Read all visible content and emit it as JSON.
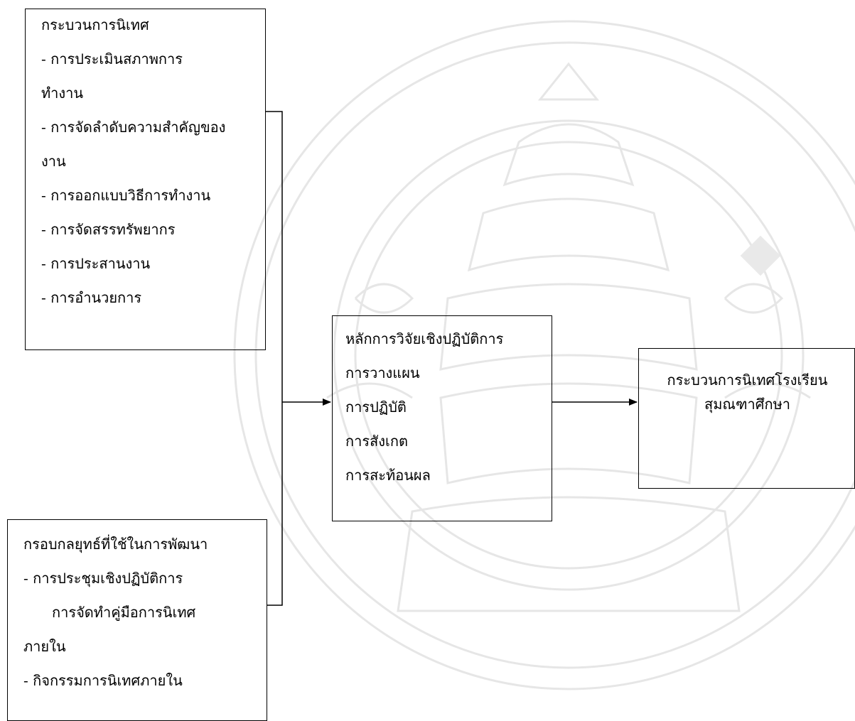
{
  "process_box": {
    "title": "กระบวนการนิเทศ",
    "lines": [
      "- การประเมินสภาพการ",
      "ทำงาน",
      "- การจัดลำดับความสำคัญของ",
      "งาน",
      "- การออกแบบวิธีการทำงาน",
      "- การจัดสรรทรัพยากร",
      "- การประสานงาน",
      "- การอำนวยการ"
    ]
  },
  "framework_box": {
    "title": "กรอบกลยุทธ์ที่ใช้ในการพัฒนา",
    "lines": [
      "- การประชุมเชิงปฏิบัติการ",
      "การจัดทำคู่มือการนิเทศ",
      "ภายใน",
      "-  กิจกรรมการนิเทศภายใน"
    ]
  },
  "research_box": {
    "title": "หลักการวิจัยเชิงปฏิบัติการ",
    "lines": [
      "การวางแผน",
      "การปฏิบัติ",
      "การสังเกต",
      "การสะท้อนผล"
    ]
  },
  "result_box": {
    "lines": [
      "กระบวนการนิเทศโรงเรียน",
      "สุมณฑาศึกษา"
    ]
  },
  "colors": {
    "line": "#000000",
    "watermark": "#e4e4e4"
  }
}
